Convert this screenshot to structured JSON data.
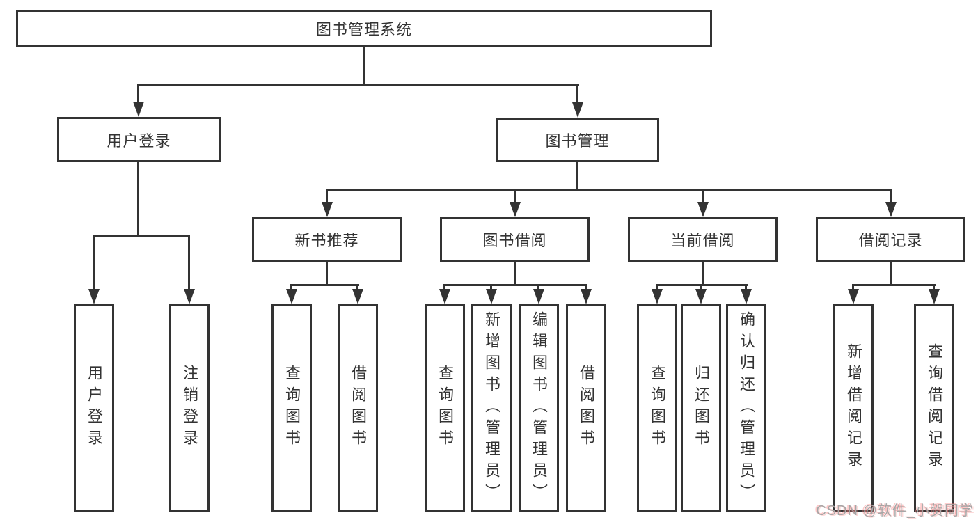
{
  "diagram": {
    "root": {
      "label": "图书管理系统"
    },
    "level2": [
      {
        "label": "用户登录"
      },
      {
        "label": "图书管理"
      }
    ],
    "level3": [
      {
        "label": "新书推荐"
      },
      {
        "label": "图书借阅"
      },
      {
        "label": "当前借阅"
      },
      {
        "label": "借阅记录"
      }
    ],
    "leaves": [
      {
        "label": "用户登录"
      },
      {
        "label": "注销登录"
      },
      {
        "label": "查询图书"
      },
      {
        "label": "借阅图书"
      },
      {
        "label": "查询图书"
      },
      {
        "label": "新增图书（管理员）"
      },
      {
        "label": "编辑图书（管理员）"
      },
      {
        "label": "借阅图书"
      },
      {
        "label": "查询图书"
      },
      {
        "label": "归还图书"
      },
      {
        "label": "确认归还（管理员）"
      },
      {
        "label": "新增借阅记录"
      },
      {
        "label": "查询借阅记录"
      }
    ]
  },
  "watermark": {
    "text": "CSDN @软件_小贺同学"
  },
  "colors": {
    "line": "#333333",
    "text": "#333333",
    "background": "#ffffff",
    "watermark": "#a6a6a6",
    "watermark_accent": "#f5a9a9"
  }
}
